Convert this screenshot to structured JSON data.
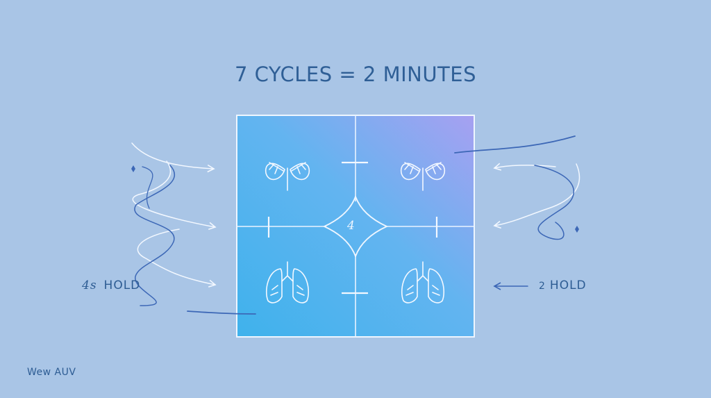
{
  "title": "7 CYCLES = 2 MINUTES",
  "left_label": {
    "number": "4s",
    "text": "HOLD"
  },
  "right_label": {
    "number": "2",
    "text": "HOLD"
  },
  "center_number": "4",
  "brand": "Wew AUV",
  "colors": {
    "background": "#a9c5e6",
    "text": "#2d5c93",
    "panel_start": "#5fc1ef",
    "panel_end": "#9aa3f0",
    "line": "#e9f3ff",
    "stroke": "#3c67b6"
  },
  "icons": [
    "leaves-icon",
    "leaves-icon",
    "lungs-icon",
    "lungs-icon"
  ]
}
